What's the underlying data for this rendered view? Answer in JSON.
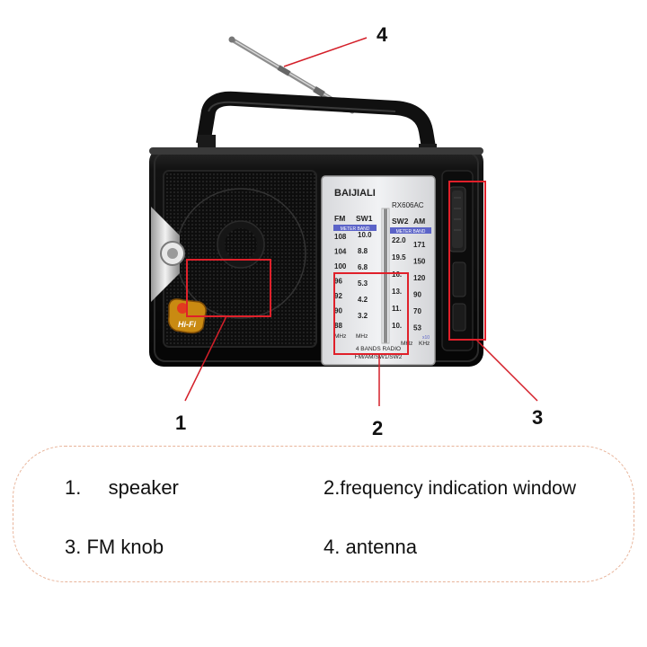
{
  "radio": {
    "brand": "BAIJIALI",
    "model": "RX606AC",
    "hifi_badge": "Hi-Fi",
    "dial": {
      "left_header": [
        "FM",
        "SW1"
      ],
      "right_header": [
        "SW2",
        "AM"
      ],
      "band_label_left": "METER BAND",
      "band_label_right": "METER BAND",
      "fm_scale": [
        "108",
        "104",
        "100",
        "96",
        "92",
        "90",
        "88"
      ],
      "sw1_scale": [
        "10.0",
        "8.8",
        "6.8",
        "5.3",
        "4.2",
        "3.2"
      ],
      "sw2_scale": [
        "22.0",
        "19.5",
        "16.",
        "13.",
        "11.",
        "10."
      ],
      "am_scale": [
        "171",
        "150",
        "120",
        "90",
        "70",
        "53"
      ],
      "left_units": [
        "MHz",
        "MHz"
      ],
      "right_units": [
        "MHz",
        "KHz"
      ],
      "am_multiplier": "x10",
      "footer_line1": "4 BANDS RADIO",
      "footer_line2": "FM/AM/SW1/SW2"
    }
  },
  "callouts": {
    "n1": "1",
    "n2": "2",
    "n3": "3",
    "n4": "4"
  },
  "legend": {
    "item1_num": "1.",
    "item1_label": "speaker",
    "item2_num": "2.",
    "item2_label": "frequency indication window",
    "item3_num": "3.",
    "item3_label": "FM knob",
    "item4_num": "4.",
    "item4_label": "antenna"
  },
  "colors": {
    "callout_box": "#e0202a",
    "callout_line": "#d41f29",
    "legend_border": "#e8b49a",
    "radio_body": "#111111",
    "dial_panel": "#e9eaec"
  }
}
